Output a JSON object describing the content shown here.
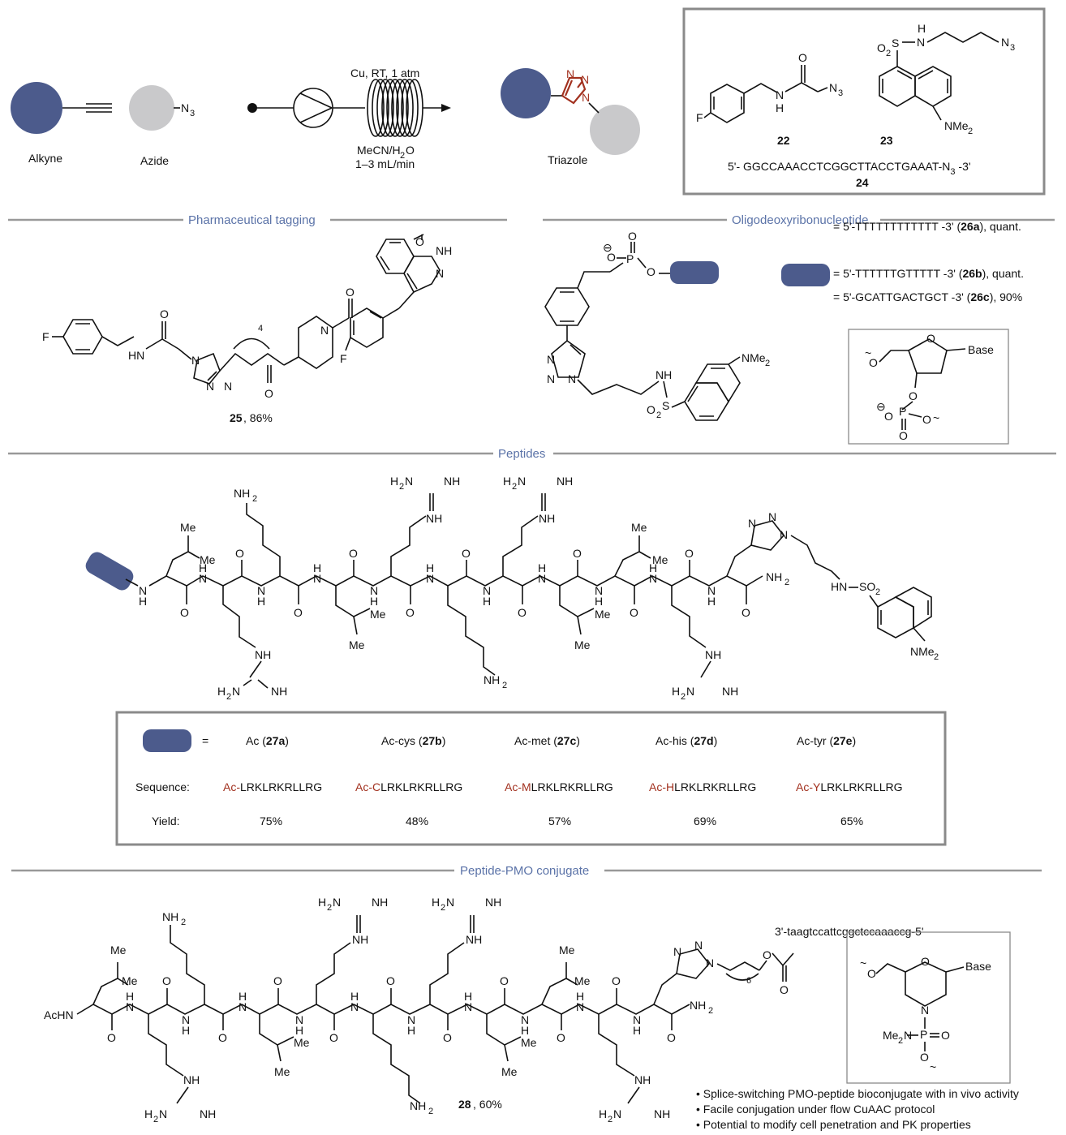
{
  "colors": {
    "tag": "#4c5b8c",
    "azide_ball": "#c9c9cb",
    "triazole": "#a2311f",
    "section": "#5b73a8",
    "rule": "#999999"
  },
  "top": {
    "alkyne_label": "Alkyne",
    "azide_label": "Azide",
    "azide_group": "N",
    "azide_sub": "3",
    "conditions_top": "Cu, RT, 1 atm",
    "conditions_solvent": "MeCN/H",
    "conditions_solvent_sub": "2",
    "conditions_solvent_tail": "O",
    "conditions_flow": "1–3 mL/min",
    "triazole_label": "Triazole"
  },
  "examples_box": {
    "c22": "22",
    "c23": "23",
    "c24": "24",
    "dna_seq_a": "5'- GGCCAAACCTCGGCTTACCTGAAAT-N",
    "dna_sub": "3",
    "dna_seq_b": " -3'"
  },
  "sections": {
    "pharma": "Pharmaceutical tagging",
    "odn": "Oligodeoxyribonucleotide",
    "peptides": "Peptides",
    "pmo": "Peptide-PMO conjugate"
  },
  "pharma": {
    "compound": "25",
    "yield": ", 86%"
  },
  "odn": {
    "rows": [
      {
        "prefix": "= 5'-TTTTTTTTTTTT -3' (",
        "id": "26a",
        "suffix": "), quant."
      },
      {
        "prefix": "= 5'-TTTTTTGTTTTT -3' (",
        "id": "26b",
        "suffix": "), quant."
      },
      {
        "prefix": "= 5'-GCATTGACTGCT -3' (",
        "id": "26c",
        "suffix": "), 90%"
      }
    ],
    "base": "Base"
  },
  "peptide_table": {
    "equals": "=",
    "headers": [
      {
        "name": "Ac (",
        "id": "27a",
        "close": ")"
      },
      {
        "name": "Ac-cys (",
        "id": "27b",
        "close": ")"
      },
      {
        "name": "Ac-met (",
        "id": "27c",
        "close": ")"
      },
      {
        "name": "Ac-his (",
        "id": "27d",
        "close": ")"
      },
      {
        "name": "Ac-tyr (",
        "id": "27e",
        "close": ")"
      }
    ],
    "sequence_label": "Sequence:",
    "sequences": [
      {
        "red": "Ac-",
        "black": "LRKLRKRLLRG"
      },
      {
        "red": "Ac-C",
        "black": "LRKLRKRLLRG"
      },
      {
        "red": "Ac-M",
        "black": "LRKLRKRLLRG"
      },
      {
        "red": "Ac-H",
        "black": "LRKLRKRLLRG"
      },
      {
        "red": "Ac-Y",
        "black": "LRKLRKRLLRG"
      }
    ],
    "yield_label": "Yield:",
    "yields": [
      "75%",
      "48%",
      "57%",
      "69%",
      "65%"
    ]
  },
  "pmo": {
    "compound": "28",
    "yield": ", 60%",
    "oligo": "3'-taagtccattcggctccaaaccg-5'",
    "base": "Base",
    "bullets": [
      "• Splice-switching PMO-peptide bioconjugate with in vivo activity",
      "• Facile conjugation under flow CuAAC protocol",
      "• Potential to modify cell penetration and PK properties"
    ]
  }
}
